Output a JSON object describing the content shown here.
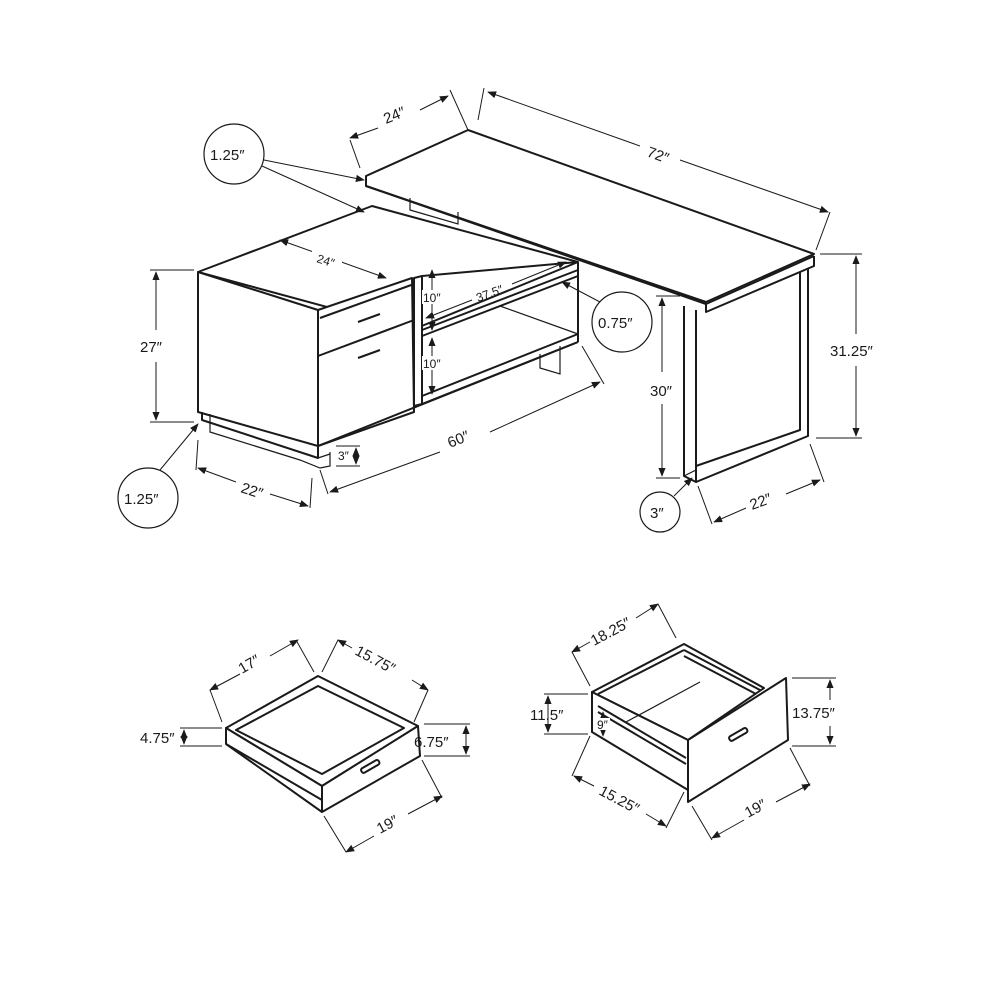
{
  "diagram": {
    "subject": "L-shaped desk with drawers - dimension drawing",
    "main_view": {
      "desktop_depth": "24″",
      "desktop_length": "72″",
      "top_thickness_callout": "1.25″",
      "cabinet_top_depth": "24″",
      "cabinet_height": "27″",
      "shelf_height_upper": "10″",
      "shelf_height_lower": "10″",
      "shelf_width": "37.5″",
      "shelf_thickness_callout": "0.75″",
      "cabinet_length": "60″",
      "base_height": "3″",
      "cabinet_depth": "22″",
      "base_thickness_callout": "1.25″",
      "knee_clearance": "30″",
      "desk_height": "31.25″",
      "leg_width_callout": "3″",
      "leg_depth": "22″"
    },
    "small_drawer": {
      "width": "17″",
      "depth": "15.75″",
      "inner_height": "4.75″",
      "front_height": "6.75″",
      "front_width": "19″"
    },
    "file_drawer": {
      "depth_top": "18.25″",
      "inner_height": "11.5″",
      "rail_height": "9″",
      "front_height": "13.75″",
      "depth_bottom": "15.25″",
      "front_width": "19″"
    }
  }
}
